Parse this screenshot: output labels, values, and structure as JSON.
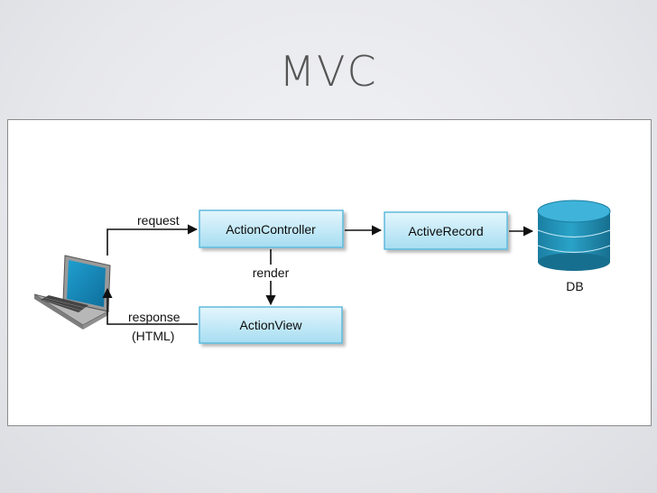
{
  "slide": {
    "title": "MVC"
  },
  "diagram": {
    "nodes": {
      "action_controller": "ActionController",
      "active_record": "ActiveRecord",
      "action_view": "ActionView",
      "db": "DB"
    },
    "edges": {
      "request": "request",
      "render": "render",
      "response_line1": "response",
      "response_line2": "(HTML)"
    },
    "colors": {
      "box_fill_top": "#dff4fc",
      "box_fill_bottom": "#a9dff2",
      "box_border": "#53b8dc",
      "db_fill": "#1e8fb3",
      "db_top": "#4bbbe0"
    }
  }
}
